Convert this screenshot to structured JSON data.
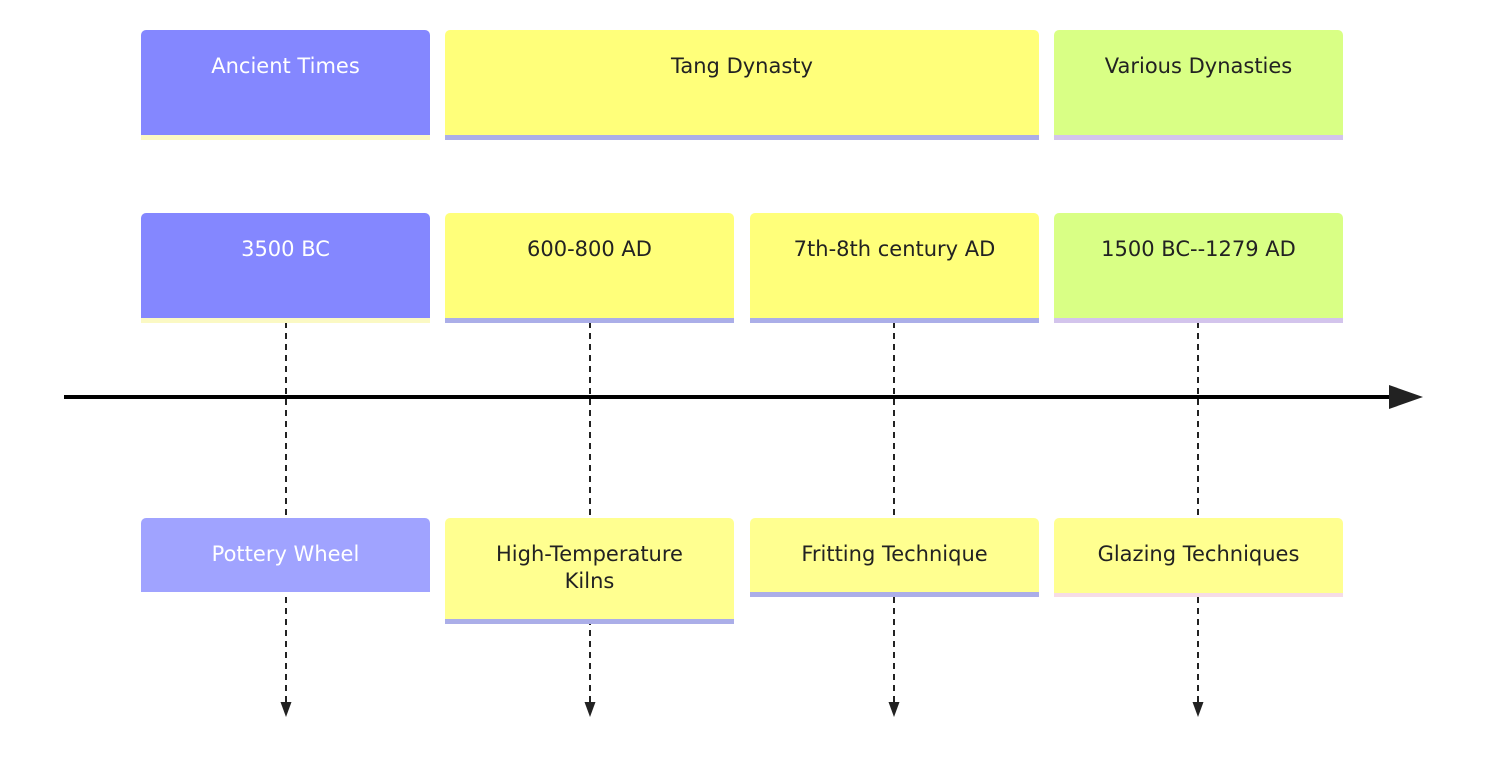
{
  "sections": [
    {
      "label": "Ancient Times",
      "color": "#8487ff"
    },
    {
      "label": "Tang Dynasty",
      "color": "#ffff7a"
    },
    {
      "label": "Various Dynasties",
      "color": "#d9ff85"
    }
  ],
  "periods": [
    {
      "label": "3500 BC",
      "color": "#8487ff"
    },
    {
      "label": "600-800 AD",
      "color": "#ffff7a"
    },
    {
      "label": "7th-8th century AD",
      "color": "#ffff7a"
    },
    {
      "label": "1500 BC--1279 AD",
      "color": "#d9ff85"
    }
  ],
  "events": [
    {
      "line1": "Pottery Wheel",
      "line2": "",
      "color": "#a0a3ff"
    },
    {
      "line1": "High-Temperature",
      "line2": "Kilns",
      "color": "#ffff90"
    },
    {
      "line1": "Fritting Technique",
      "line2": "",
      "color": "#ffff90"
    },
    {
      "line1": "Glazing Techniques",
      "line2": "",
      "color": "#ffff90"
    }
  ],
  "colors": {
    "axis": "#000000",
    "connector": "#222222"
  }
}
